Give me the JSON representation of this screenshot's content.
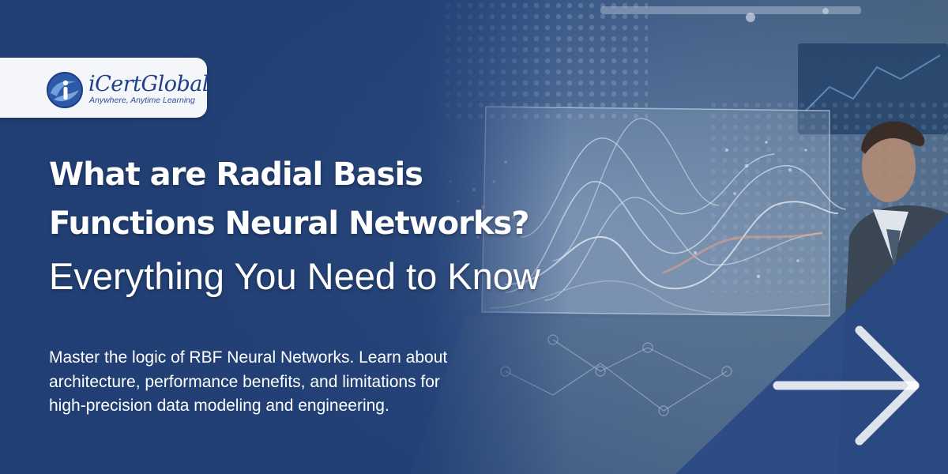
{
  "brand": {
    "name": "iCertGlobal",
    "tagline": "Anywhere, Anytime Learning"
  },
  "headline": {
    "line1": "What are Radial Basis",
    "line2": "Functions Neural Networks?",
    "line3": "Everything You Need to Know"
  },
  "description": "Master the logic of RBF Neural Networks. Learn about architecture, performance benefits, and limitations for high-precision data modeling and engineering.",
  "icons": [
    "icertglobal-logo-icon",
    "right-arrow-icon"
  ],
  "colors": {
    "background": "#213f74",
    "logo_card": "#f4f6f9",
    "brand_blue": "#1f3f86",
    "text": "#ffffff",
    "arrow": "#ffffff",
    "arrow_panel": "#2a4a85"
  }
}
